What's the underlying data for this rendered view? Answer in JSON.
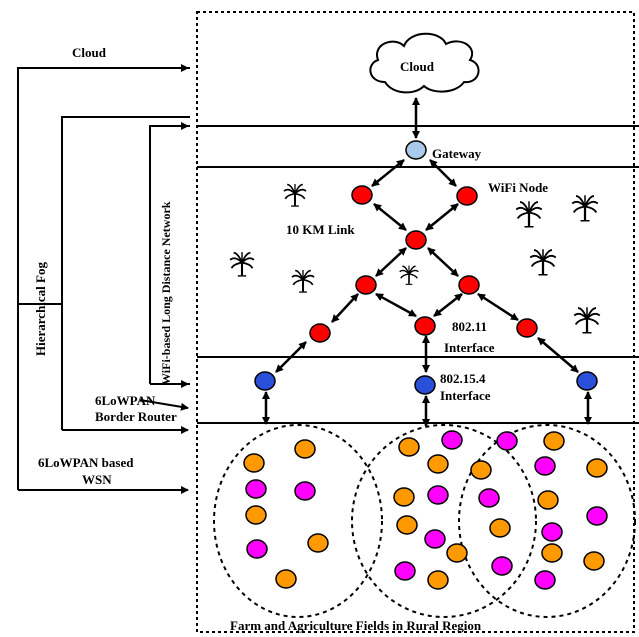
{
  "labels": {
    "cloud_left": "Cloud",
    "cloud_center": "Cloud",
    "gateway": "Gateway",
    "wifi_node": "WiFi Node",
    "km_link": "10 KM Link",
    "wifi_network": "WiFi-based Long Distance Network",
    "hierarchical_fog": "Hierarchical Fog",
    "border_router_line1": "6LoWPAN",
    "border_router_line2": "Border Router",
    "wsn_line1": "6LoWPAN based",
    "wsn_line2": "WSN",
    "if_80211_line1": "802.11",
    "if_80211_line2": "Interface",
    "if_802154_line1": "802.15.4",
    "if_802154_line2": "Interface",
    "fields": "Farm and Agriculture Fields in Rural Region"
  },
  "colors": {
    "gateway": "#a9cbe9",
    "wifi_node": "#ff0000",
    "border_router": "#2a4fd8",
    "sensor_orange": "#ff9900",
    "sensor_magenta": "#ff00ff",
    "stroke": "#000000"
  },
  "icons": {
    "tree": "palm-tree-icon",
    "cloud": "cloud-icon"
  }
}
